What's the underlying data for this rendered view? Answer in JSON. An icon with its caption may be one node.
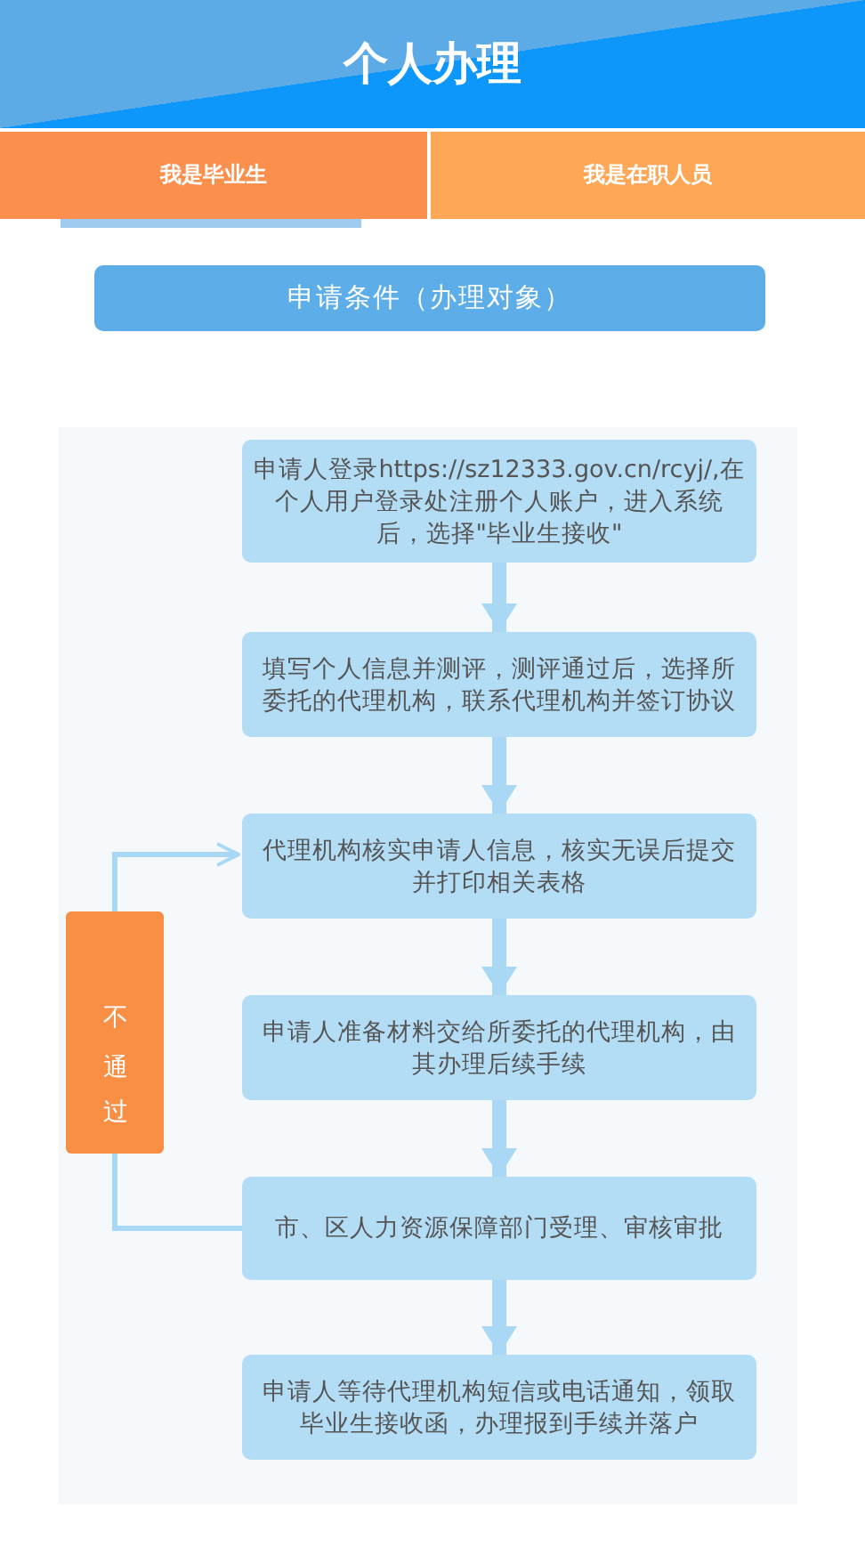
{
  "diagram": {
    "title": "个人办理",
    "nodes": [
      {
        "text": [
          "申请人登录https://sz12333.gov.cn/rcyj/,在个人用户登录处注册个人账户，进入系统后，选择\"毕业生接收\""
        ]
      },
      {
        "text": [
          "填写个人信息并测评，测评通过后，选择所委托的代理机构，联系代理机构并签订协议"
        ]
      },
      {
        "text": [
          "代理机构核实申请人信息，核实无误后提交并打印相关表格"
        ]
      },
      {
        "text": [
          "申请人准备材料交给所委托的代理机构，由其办理后续手续"
        ]
      },
      {
        "text": [
          "市、区人力资源保障部门受理、审核审批"
        ]
      },
      {
        "text": [
          "申请人等待代理机构短信或电话通知，领取毕业生接收函，办理报到手续并落户"
        ]
      },
      {
        "text": [
          "不通过"
        ]
      }
    ],
    "edges": [
      {
        "from": 0,
        "to": 1,
        "arrow": "to"
      },
      {
        "from": 1,
        "to": 2,
        "arrow": "to"
      },
      {
        "from": 2,
        "to": 3,
        "arrow": "to"
      },
      {
        "from": 3,
        "to": 4,
        "arrow": "to"
      },
      {
        "from": 4,
        "to": 5,
        "arrow": "to"
      },
      {
        "from": 4,
        "to": 6,
        "arrow": "none"
      },
      {
        "from": 6,
        "to": 2,
        "arrow": "to"
      }
    ],
    "labels": [
      "我是毕业生",
      "我是在职人员",
      "申请条件（办理对象）"
    ]
  }
}
